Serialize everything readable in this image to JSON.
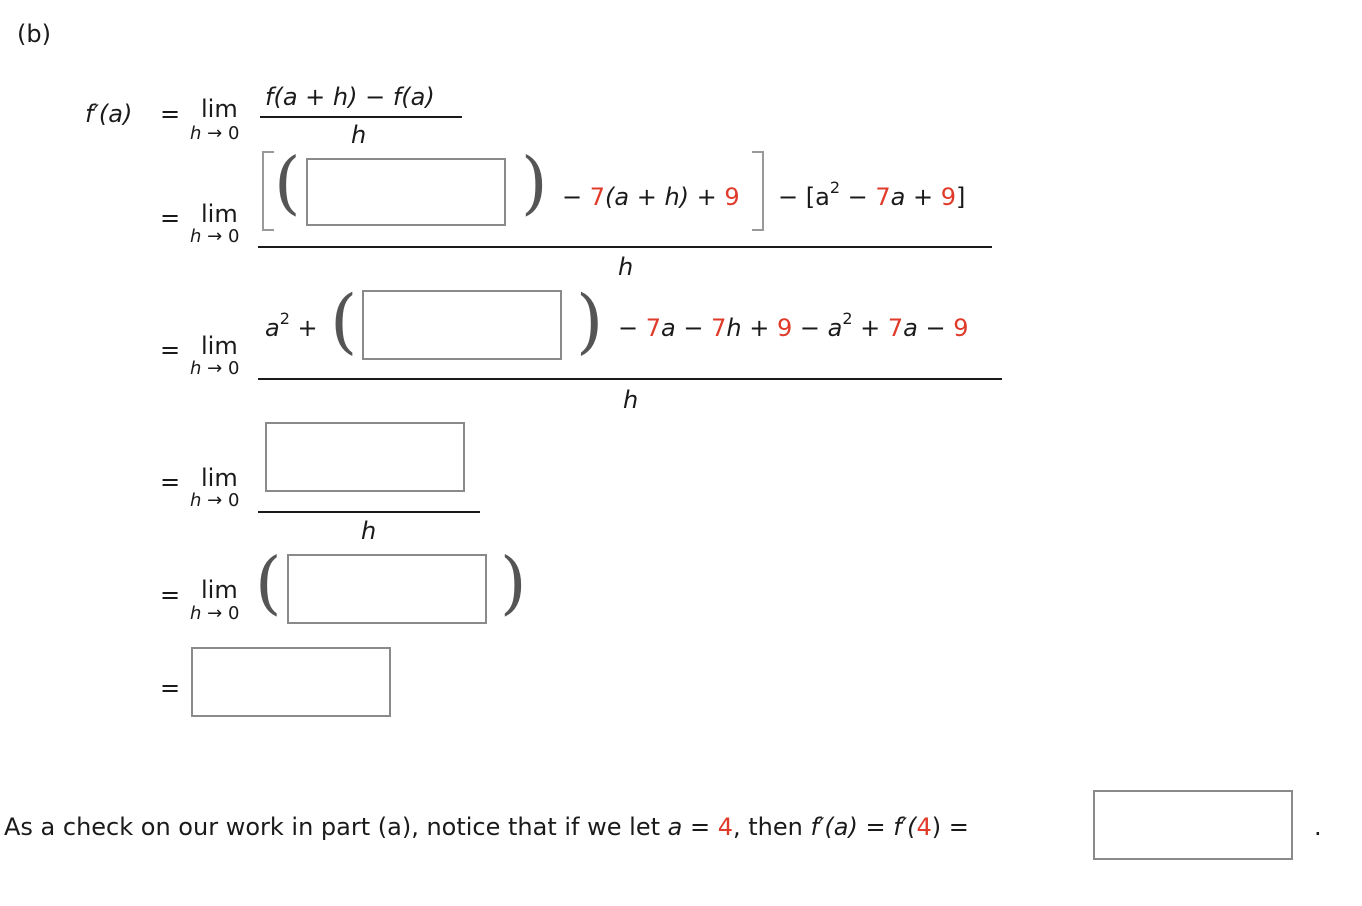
{
  "part_label": "(b)",
  "step0": {
    "lhs": "f′(a)",
    "eq": "=",
    "lim": "lim",
    "sub": "h → 0",
    "numerator": "f(a + h) − f(a)",
    "denominator": "h"
  },
  "step1": {
    "eq": "=",
    "lim": "lim",
    "sub": "h → 0",
    "minus1": "−",
    "coef": "7",
    "inner": "(a + h) + ",
    "const": "9",
    "minus2": "− [a",
    "exp": "2",
    "minus3": " − ",
    "coef2": "7",
    "var_a": "a + ",
    "const2": "9",
    "close": "]",
    "denominator": "h",
    "input_value": ""
  },
  "step2": {
    "eq": "=",
    "lim": "lim",
    "sub": "h → 0",
    "a2": "a",
    "exp": "2",
    "plus": " +",
    "t_minus": "− ",
    "t_7a": "7",
    "t_a": "a − ",
    "t_7h": "7",
    "t_h": "h + ",
    "t_9": "9",
    "t_minus2": " − a",
    "t_exp2": "2",
    "t_plus": " + ",
    "t_7a2": "7",
    "t_a2": "a − ",
    "t_92": "9",
    "denominator": "h",
    "input_value": ""
  },
  "step3": {
    "eq": "=",
    "lim": "lim",
    "sub": "h → 0",
    "denominator": "h",
    "input_value": ""
  },
  "step4": {
    "eq": "=",
    "lim": "lim",
    "sub": "h → 0",
    "input_value": ""
  },
  "step5": {
    "eq": "=",
    "input_value": ""
  },
  "check": {
    "text_before": "As a check on our work in part (a), notice that if we let ",
    "var_a": "a",
    "eq": " = ",
    "a_value": "4",
    "text_then": ", then ",
    "fprime": "f′(a)",
    "eq2": " = ",
    "fprime4_pre": "f′(",
    "fprime4_val": "4",
    "fprime4_post": ")",
    "eq3": " =",
    "period": ".",
    "input_value": ""
  }
}
